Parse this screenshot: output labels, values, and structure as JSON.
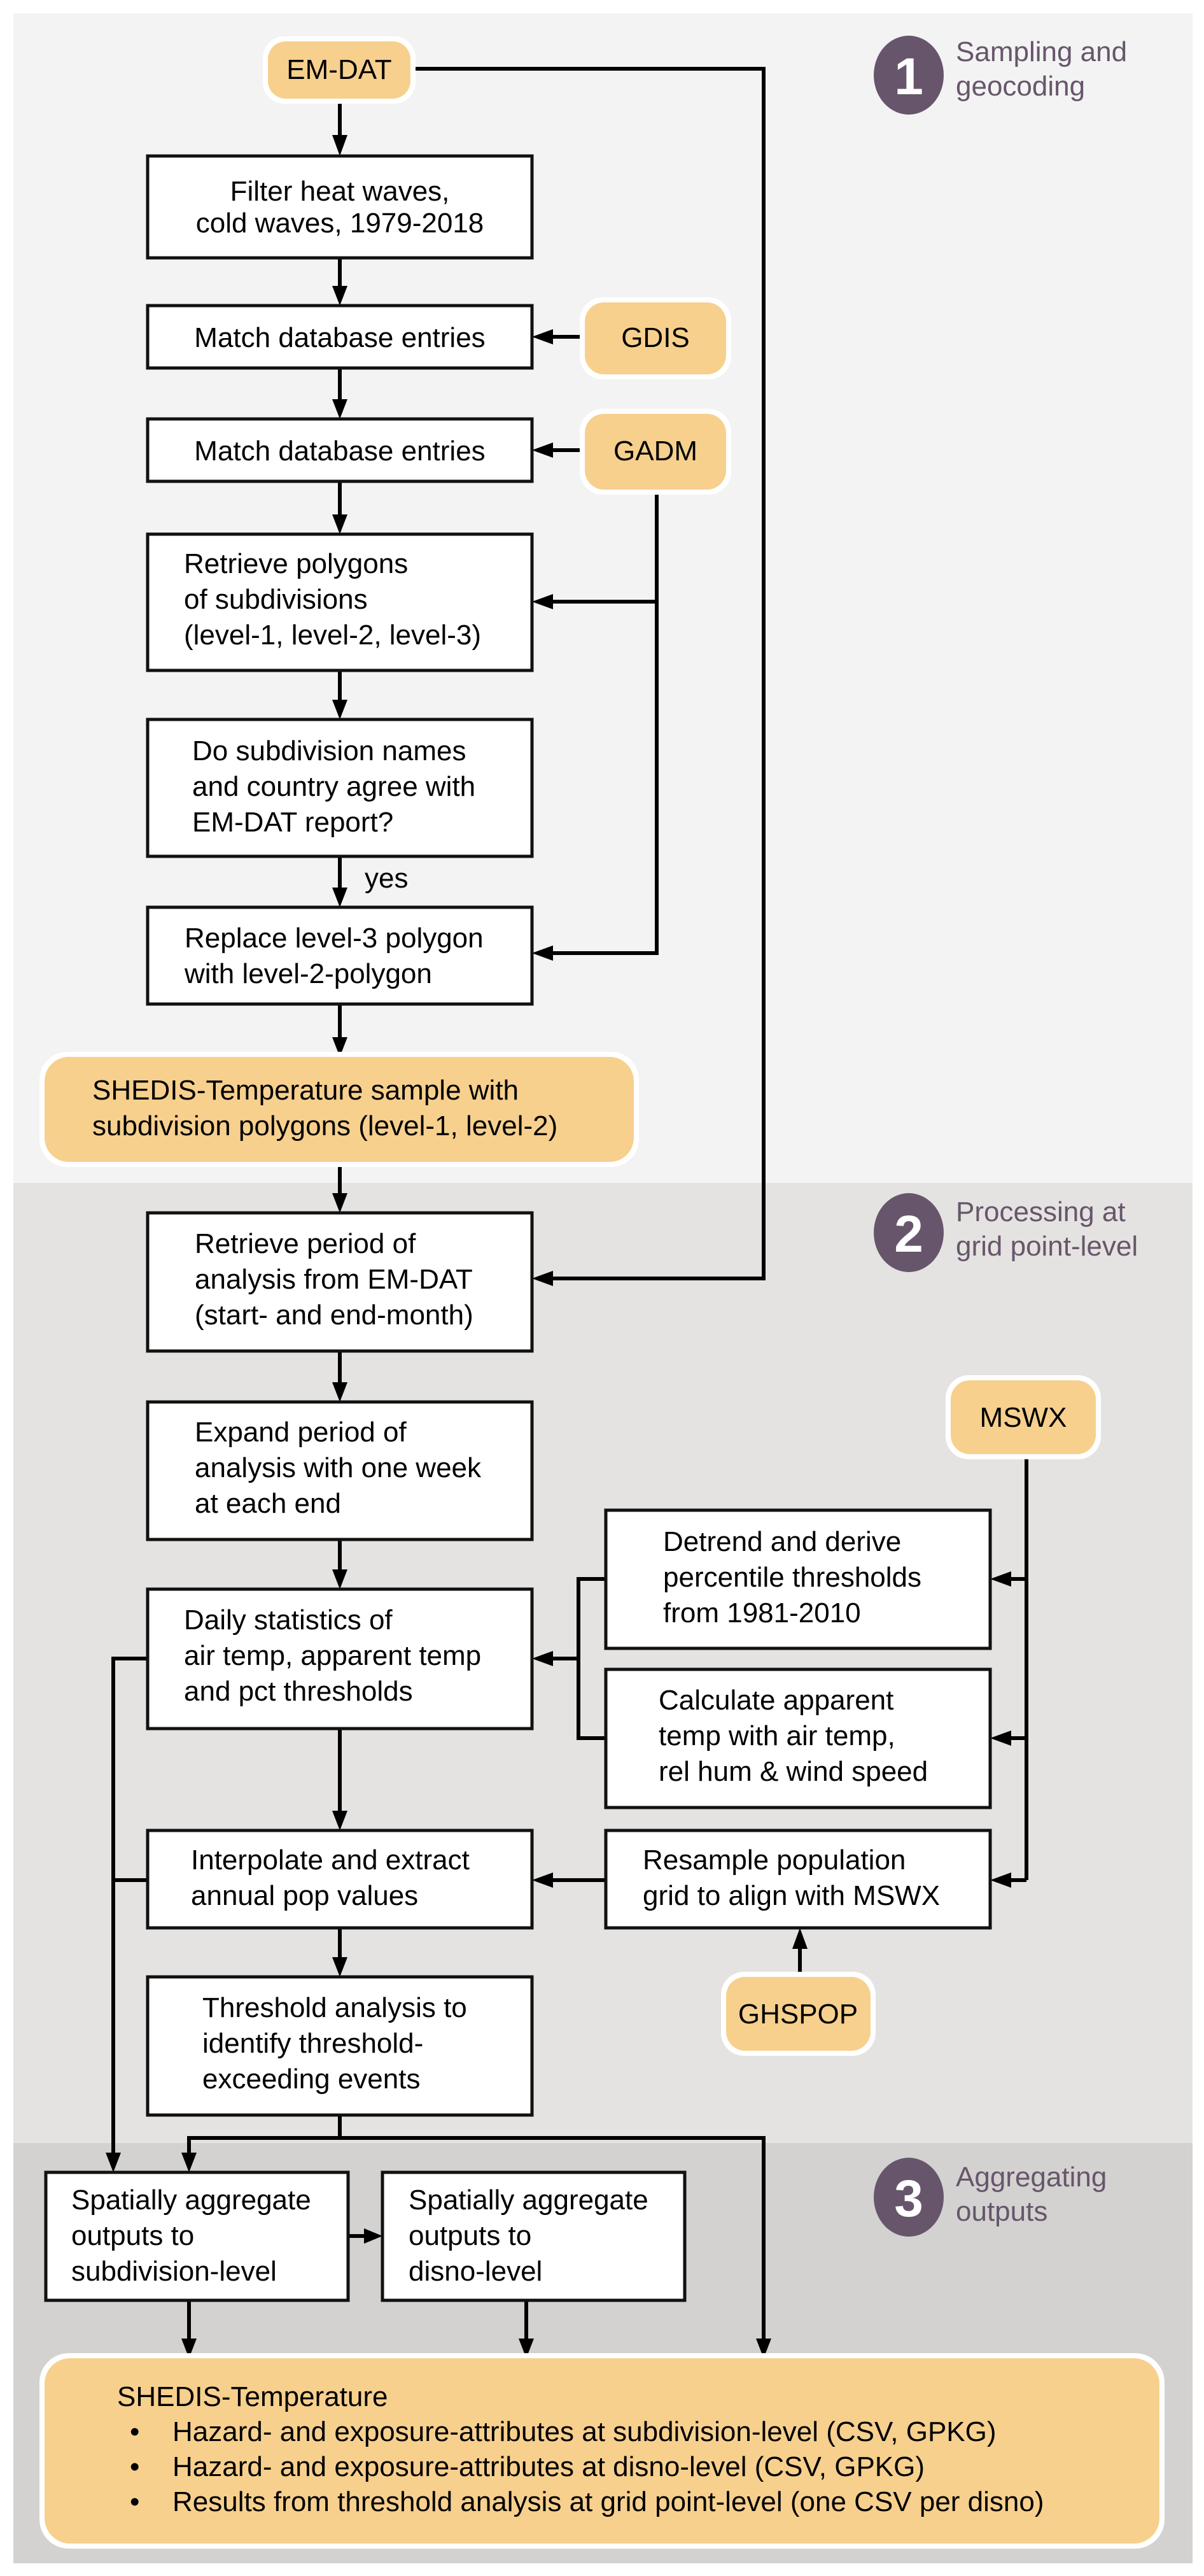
{
  "stages": [
    {
      "number": "1",
      "label_lines": [
        "Sampling and",
        "geocoding"
      ]
    },
    {
      "number": "2",
      "label_lines": [
        "Processing at",
        "grid point-level"
      ]
    },
    {
      "number": "3",
      "label_lines": [
        "Aggregating",
        "outputs"
      ]
    }
  ],
  "sources": {
    "emdat": "EM-DAT",
    "gdis": "GDIS",
    "gadm": "GADM",
    "mswx": "MSWX",
    "ghspop": "GHSPOP"
  },
  "steps": {
    "filter": [
      "Filter heat waves,",
      "cold waves, 1979-2018"
    ],
    "match_gdis": [
      "Match database entries"
    ],
    "match_gadm": [
      "Match database entries"
    ],
    "retrieve_polygons": [
      "Retrieve polygons",
      "of subdivisions",
      "(level-1, level-2, level-3)"
    ],
    "check_names": [
      "Do subdivision names",
      "and country agree with",
      "EM-DAT report?"
    ],
    "check_answer": "yes",
    "replace_polygon": [
      "Replace level-3 polygon",
      "with level-2-polygon"
    ],
    "sample_output": [
      "SHEDIS-Temperature sample with",
      "subdivision polygons (level-1, level-2)"
    ],
    "retrieve_period": [
      "Retrieve period of",
      "analysis from EM-DAT",
      "(start- and end-month)"
    ],
    "expand_period": [
      "Expand period of",
      "analysis with one week",
      "at each end"
    ],
    "daily_stats": [
      "Daily statistics of",
      "air temp, apparent temp",
      "and pct thresholds"
    ],
    "detrend": [
      "Detrend and derive",
      "percentile thresholds",
      "from 1981-2010"
    ],
    "apparent_temp": [
      "Calculate apparent",
      "temp with air temp,",
      "rel hum & wind speed"
    ],
    "interpolate": [
      "Interpolate and extract",
      "annual pop values"
    ],
    "resample": [
      "Resample population",
      "grid to align with MSWX"
    ],
    "threshold": [
      "Threshold analysis to",
      "identify threshold-",
      "exceeding events"
    ],
    "agg_subdivision": [
      "Spatially aggregate",
      "outputs to",
      "subdivision-level"
    ],
    "agg_disno": [
      "Spatially aggregate",
      "outputs to",
      "disno-level"
    ]
  },
  "final_output": {
    "title": "SHEDIS-Temperature",
    "bullet": "•",
    "items": [
      "Hazard- and exposure-attributes at subdivision-level (CSV, GPKG)",
      "Hazard- and exposure-attributes at disno-level (CSV, GPKG)",
      "Results from threshold analysis at grid point-level (one CSV per disno)"
    ]
  },
  "colors": {
    "source_fill": "#f7d08e",
    "stage_accent": "#67566b",
    "panel1": "#f3f3f3",
    "panel2": "#e4e3e1",
    "panel3": "#d3d2d0"
  }
}
